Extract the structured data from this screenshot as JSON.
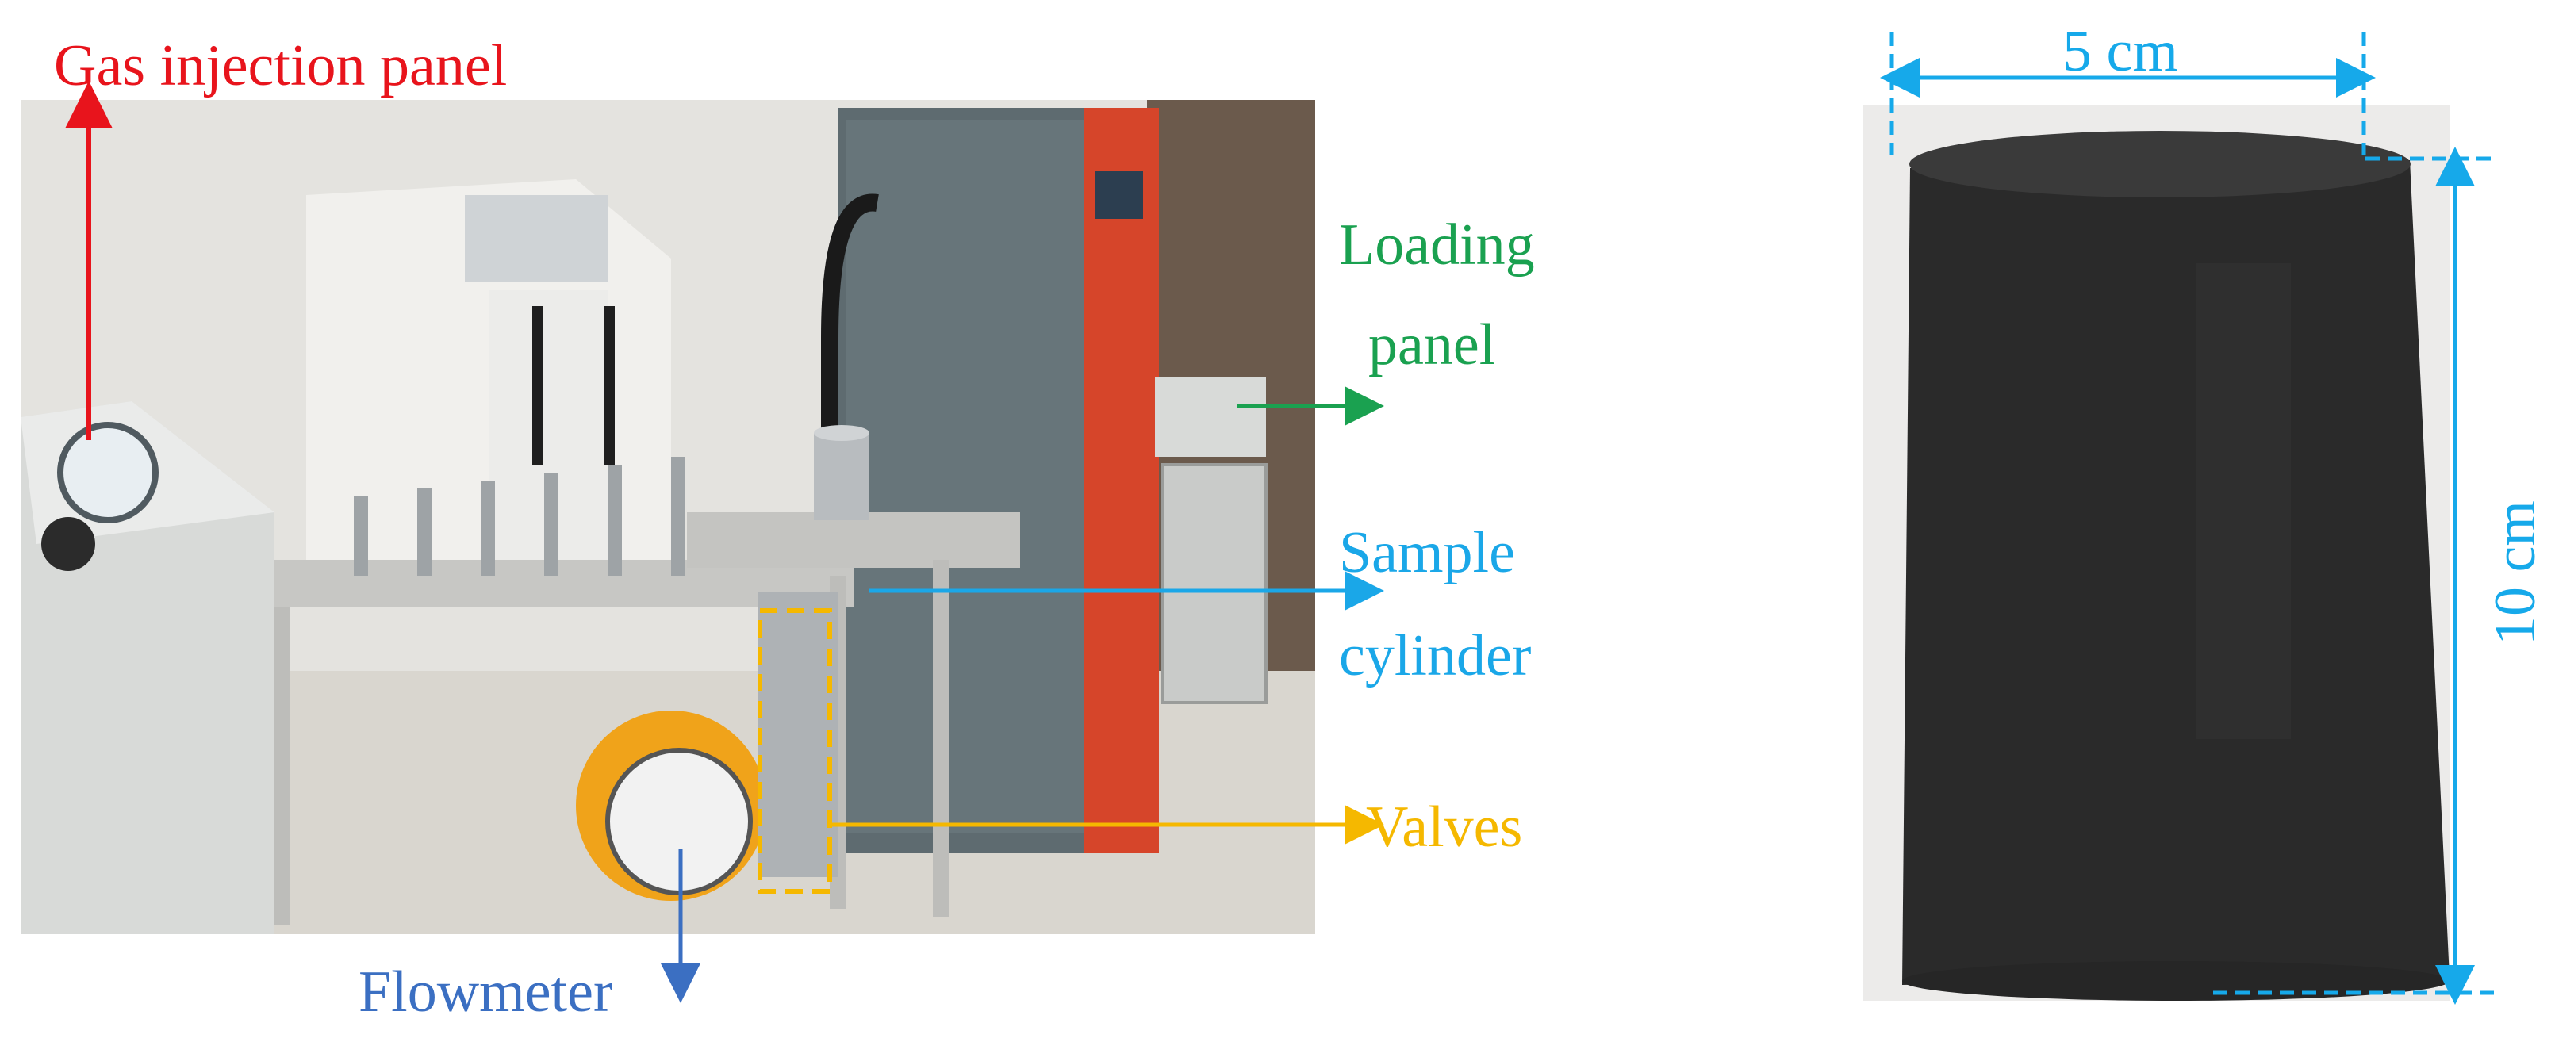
{
  "labels": {
    "gas_injection_panel": "Gas injection panel",
    "loading_panel_line1": "Loading",
    "loading_panel_line2": "panel",
    "sample_cylinder_line1": "Sample",
    "sample_cylinder_line2": "cylinder",
    "valves": "Valves",
    "flowmeter": "Flowmeter",
    "width_dim": "5 cm",
    "height_dim": "10 cm"
  },
  "colors": {
    "gas_injection": "#e8141c",
    "loading": "#1aa150",
    "sample": "#1aa7e8",
    "valves": "#f5b800",
    "flowmeter": "#3b6fc2",
    "dimension": "#16a9ea"
  }
}
